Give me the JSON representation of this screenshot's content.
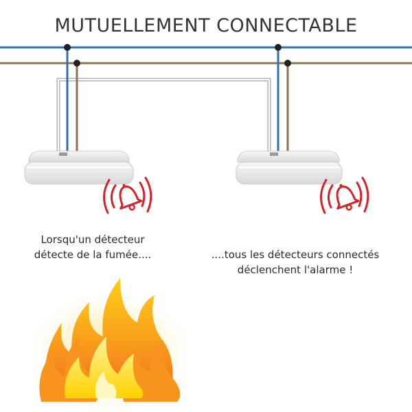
{
  "title": "MUTUELLEMENT CONNECTABLE",
  "captions": {
    "left": [
      "Lorsqu'un détecteur",
      "détecte de la fumée...."
    ],
    "right": [
      "....tous les détecteurs connectés",
      "déclenchent l'alarme !"
    ]
  },
  "colors": {
    "wire_blue": "#2f6fb5",
    "wire_brown": "#8b7355",
    "interconnect": "#b8b8b8",
    "detector_body": "#eeeeee",
    "alarm_red": "#d2232a",
    "flame_outer": "#f7941d",
    "flame_inner": "#ffd200"
  },
  "icons": [
    "smoke-detector-icon",
    "alarm-bell-icon",
    "flame-icon"
  ]
}
